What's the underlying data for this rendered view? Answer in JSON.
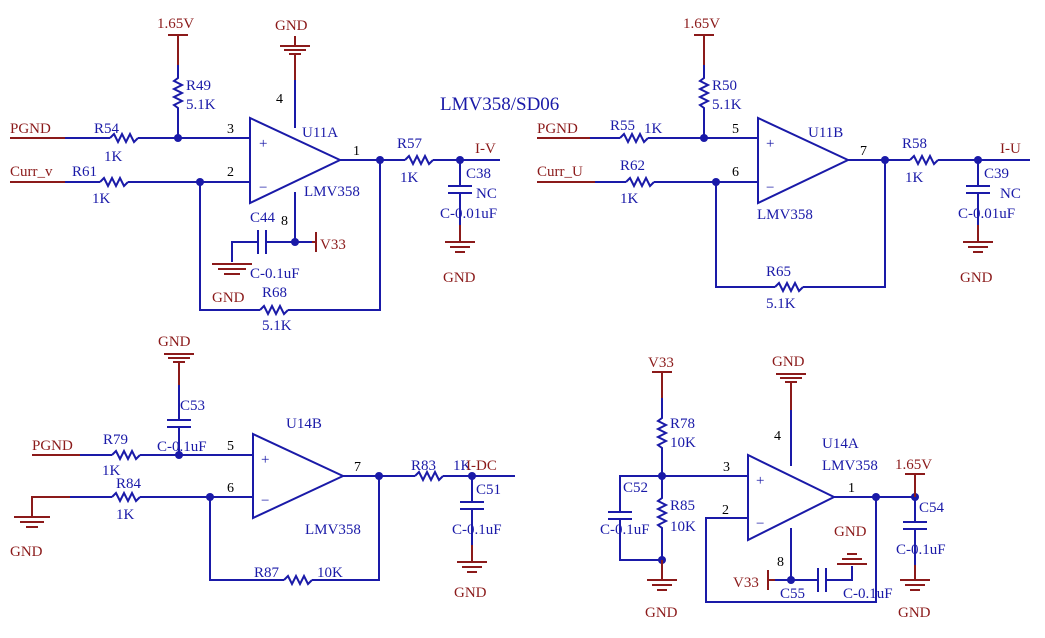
{
  "title": "LMV358/SD06",
  "nets": {
    "pgnd": "PGND",
    "curr_v": "Curr_v",
    "curr_u": "Curr_U",
    "gnd": "GND",
    "v165": "1.65V",
    "v33": "V33",
    "iv": "I-V",
    "iu": "I-U",
    "idc": "I-DC"
  },
  "amps": {
    "u11a": "U11A",
    "u11b": "U11B",
    "u14a": "U14A",
    "u14b": "U14B",
    "part": "LMV358"
  },
  "resistors": {
    "r49": {
      "ref": "R49",
      "val": "5.1K"
    },
    "r54": {
      "ref": "R54",
      "val": "1K"
    },
    "r61": {
      "ref": "R61",
      "val": "1K"
    },
    "r57": {
      "ref": "R57",
      "val": "1K"
    },
    "r68": {
      "ref": "R68",
      "val": "5.1K"
    },
    "r50": {
      "ref": "R50",
      "val": "5.1K"
    },
    "r55": {
      "ref": "R55",
      "val": "1K"
    },
    "r62": {
      "ref": "R62",
      "val": "1K"
    },
    "r58": {
      "ref": "R58",
      "val": "1K"
    },
    "r65": {
      "ref": "R65",
      "val": "5.1K"
    },
    "r79": {
      "ref": "R79",
      "val": "1K"
    },
    "r84": {
      "ref": "R84",
      "val": "1K"
    },
    "r83": {
      "ref": "R83",
      "val": "1K"
    },
    "r87": {
      "ref": "R87",
      "val": "10K"
    },
    "r78": {
      "ref": "R78",
      "val": "10K"
    },
    "r85": {
      "ref": "R85",
      "val": "10K"
    }
  },
  "capacitors": {
    "c38": {
      "ref": "C38",
      "val": "NC",
      "part": "C-0.01uF"
    },
    "c39": {
      "ref": "C39",
      "val": "NC",
      "part": "C-0.01uF"
    },
    "c44": {
      "ref": "C44",
      "part": "C-0.1uF"
    },
    "c53": {
      "ref": "C53",
      "part": "C-0.1uF"
    },
    "c51": {
      "ref": "C51",
      "part": "C-0.1uF"
    },
    "c52": {
      "ref": "C52",
      "part": "C-0.1uF"
    },
    "c54": {
      "ref": "C54",
      "part": "C-0.1uF"
    },
    "c55": {
      "ref": "C55",
      "part": "C-0.1uF"
    }
  },
  "pins": {
    "p1": "1",
    "p2": "2",
    "p3": "3",
    "p4": "4",
    "p5": "5",
    "p6": "6",
    "p7": "7",
    "p8": "8"
  }
}
